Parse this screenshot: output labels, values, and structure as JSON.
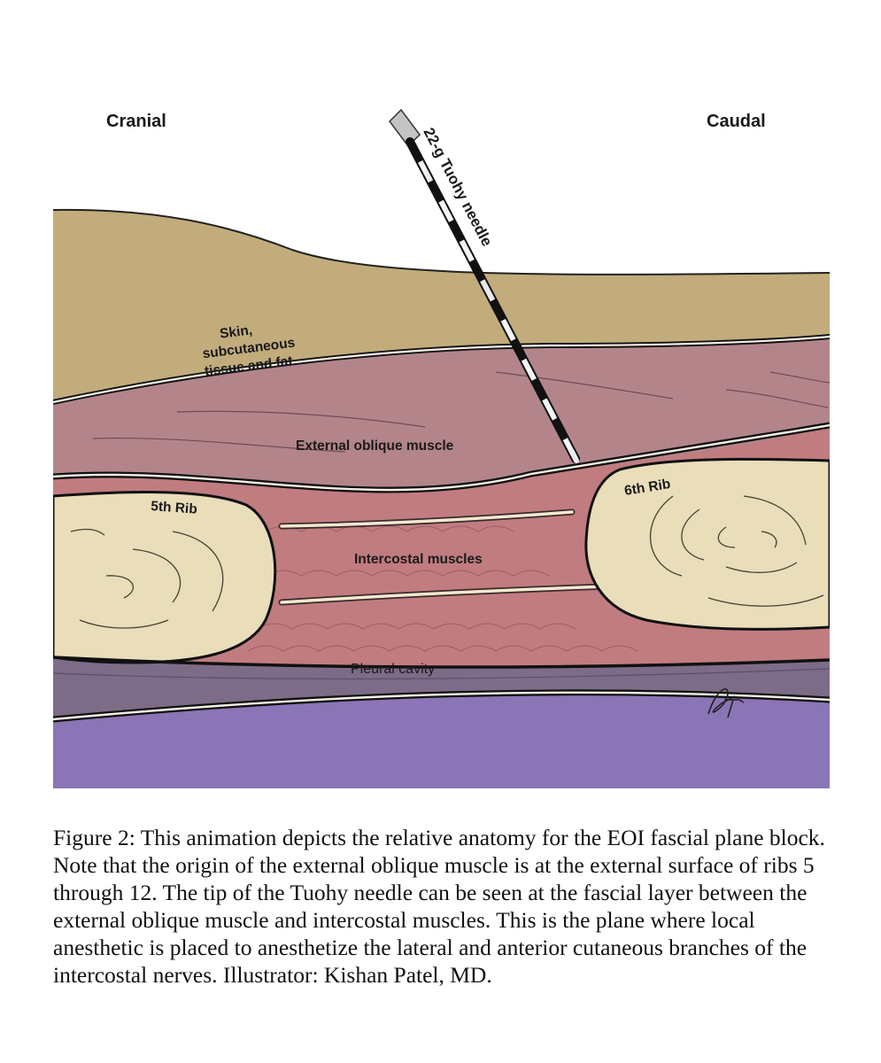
{
  "labels": {
    "cranial": "Cranial",
    "caudal": "Caudal",
    "needle": "22-g Tuohy needle",
    "skin_line1": "Skin,",
    "skin_line2": "subcutaneous",
    "skin_line3": "tissue and fat",
    "external_oblique": "External oblique muscle",
    "rib5": "5th Rib",
    "rib6": "6th Rib",
    "intercostal": "Intercostal muscles",
    "pleural": "Pleural cavity"
  },
  "colors": {
    "skin": "#c2ac7c",
    "external_oblique": "#b3858b",
    "intercostal": "#c17c80",
    "rib": "#e9ddba",
    "pleural": "#7c6c88",
    "lung": "#8a75b6"
  },
  "caption": "Figure 2: This animation depicts the relative anatomy for the EOI fascial plane block. Note that the origin of the external oblique muscle is at the external surface of ribs 5 through 12. The tip of the Tuohy needle can be seen at the fascial layer between the external oblique muscle and intercostal muscles. This is the plane where local anesthetic is placed to anesthetize the lateral and anterior cutaneous branches of the intercostal nerves. Illustrator: Kishan Patel, MD."
}
